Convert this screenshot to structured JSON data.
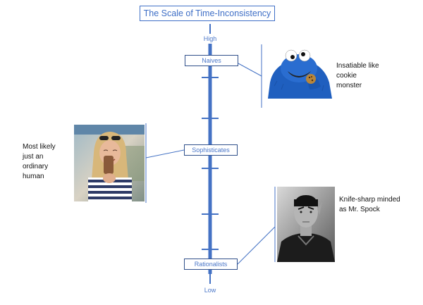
{
  "title": "The Scale of Time-Inconsistency",
  "axis": {
    "high_label": "High",
    "low_label": "Low"
  },
  "levels": [
    {
      "label": "Naives"
    },
    {
      "label": "Sophisticates"
    },
    {
      "label": "Rationalists"
    }
  ],
  "notes": {
    "naives": "Insatiable like cookie monster",
    "sophisticates": "Most likely just an ordinary human",
    "rationalists": "Knife-sharp minded as Mr. Spock"
  },
  "images": {
    "naives": "cookie-monster-image",
    "sophisticates": "smiling-woman-image",
    "rationalists": "mr-spock-image"
  },
  "colors": {
    "accent": "#3f6fc6",
    "axis": "#4472c4",
    "text": "#111111"
  }
}
